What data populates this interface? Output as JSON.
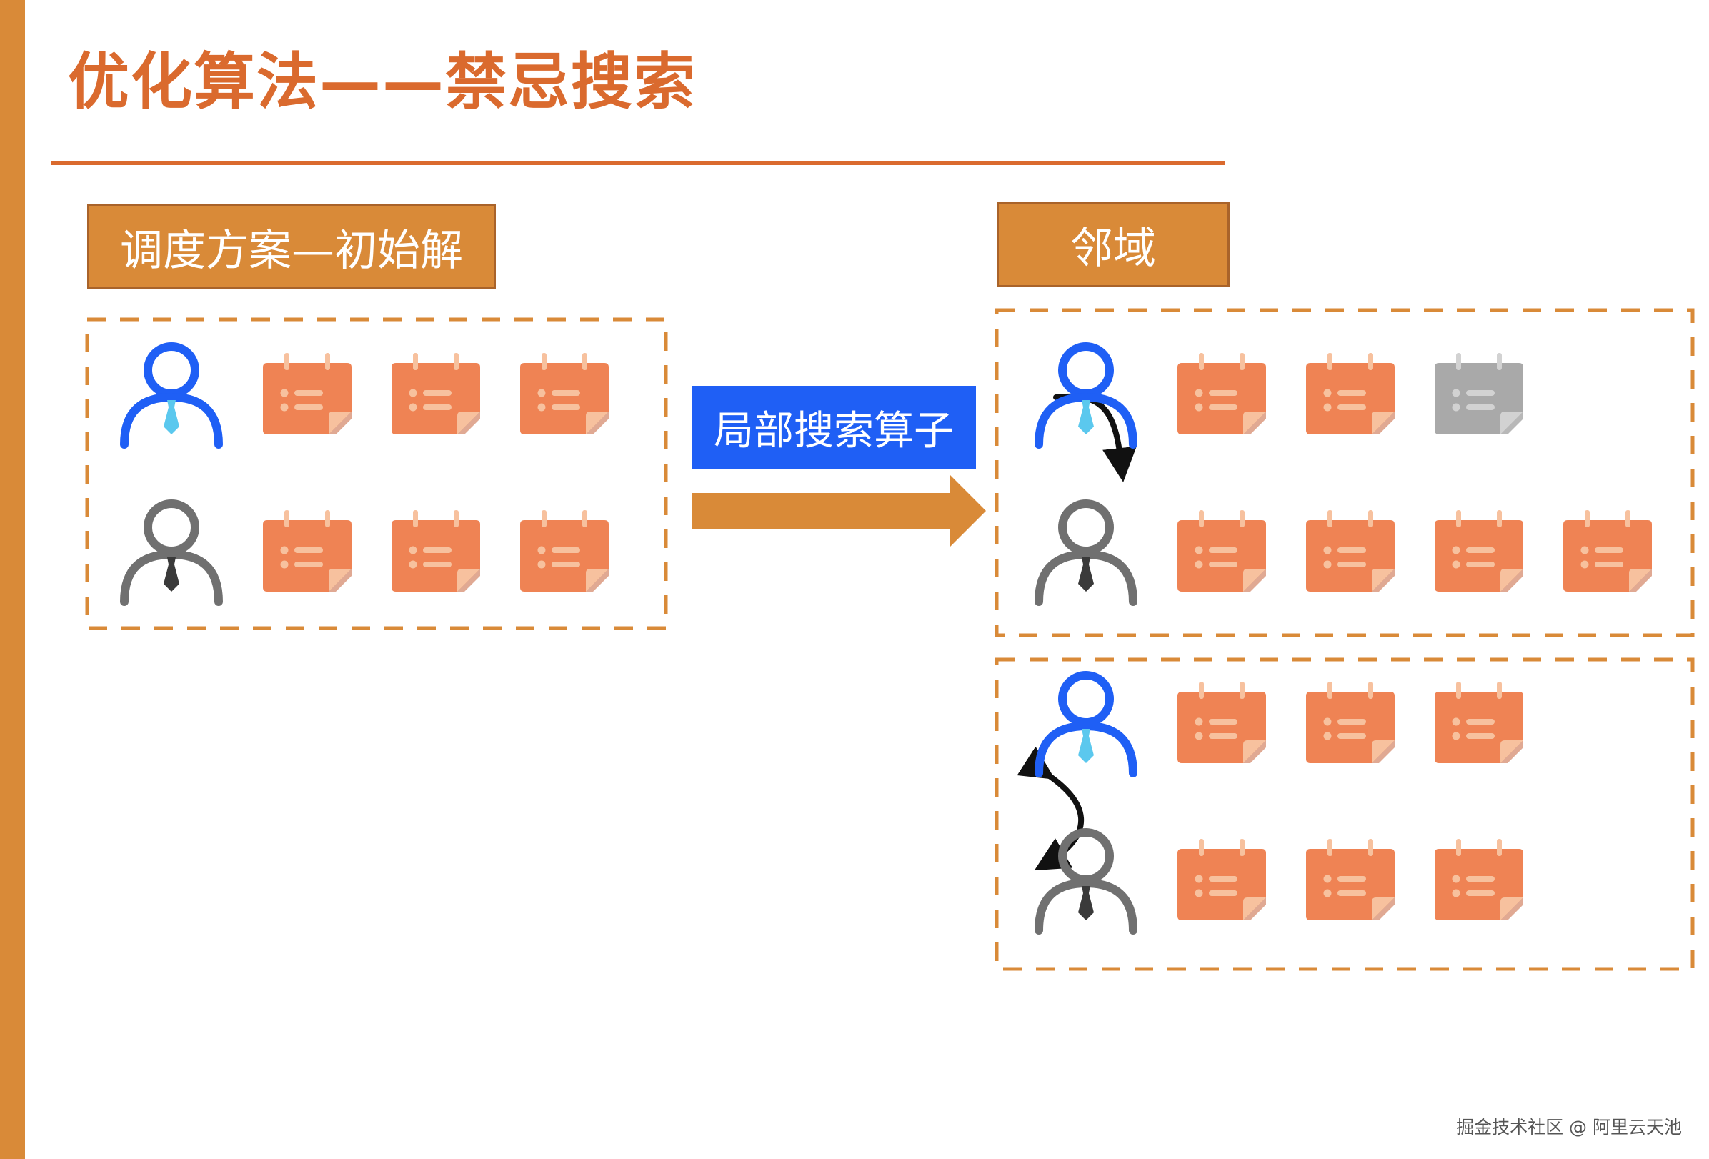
{
  "title": "优化算法——禁忌搜索",
  "left_label": "调度方案—初始解",
  "right_label": "邻域",
  "operator_label": "局部搜索算子",
  "credit": "掘金技术社区 @ 阿里云天池",
  "colors": {
    "accent_orange": "#D98A38",
    "title_red": "#DA6A2E",
    "operator_blue": "#1F5FF5",
    "task_orange": "#EF8354",
    "task_gray": "#A9A9A9",
    "person_blue": "#1F5FF5",
    "person_gray": "#707070"
  },
  "icons": {
    "person": "person-icon",
    "task": "calendar-task-icon",
    "arrow_right": "arrow-right-icon",
    "move_arrow": "curved-arrow-icon",
    "swap_arrow": "double-curved-arrow-icon"
  },
  "diagram": {
    "initial_solution": [
      {
        "person": "blue",
        "tasks": [
          "orange",
          "orange",
          "orange"
        ]
      },
      {
        "person": "gray",
        "tasks": [
          "orange",
          "orange",
          "orange"
        ]
      }
    ],
    "neighbor_move": [
      {
        "person": "blue",
        "tasks": [
          "orange",
          "orange",
          "gray"
        ]
      },
      {
        "person": "gray",
        "tasks": [
          "orange",
          "orange",
          "orange",
          "orange"
        ]
      }
    ],
    "neighbor_swap": [
      {
        "person": "blue",
        "tasks": [
          "orange",
          "orange",
          "orange"
        ]
      },
      {
        "person": "gray",
        "tasks": [
          "orange",
          "orange",
          "orange"
        ]
      }
    ]
  }
}
